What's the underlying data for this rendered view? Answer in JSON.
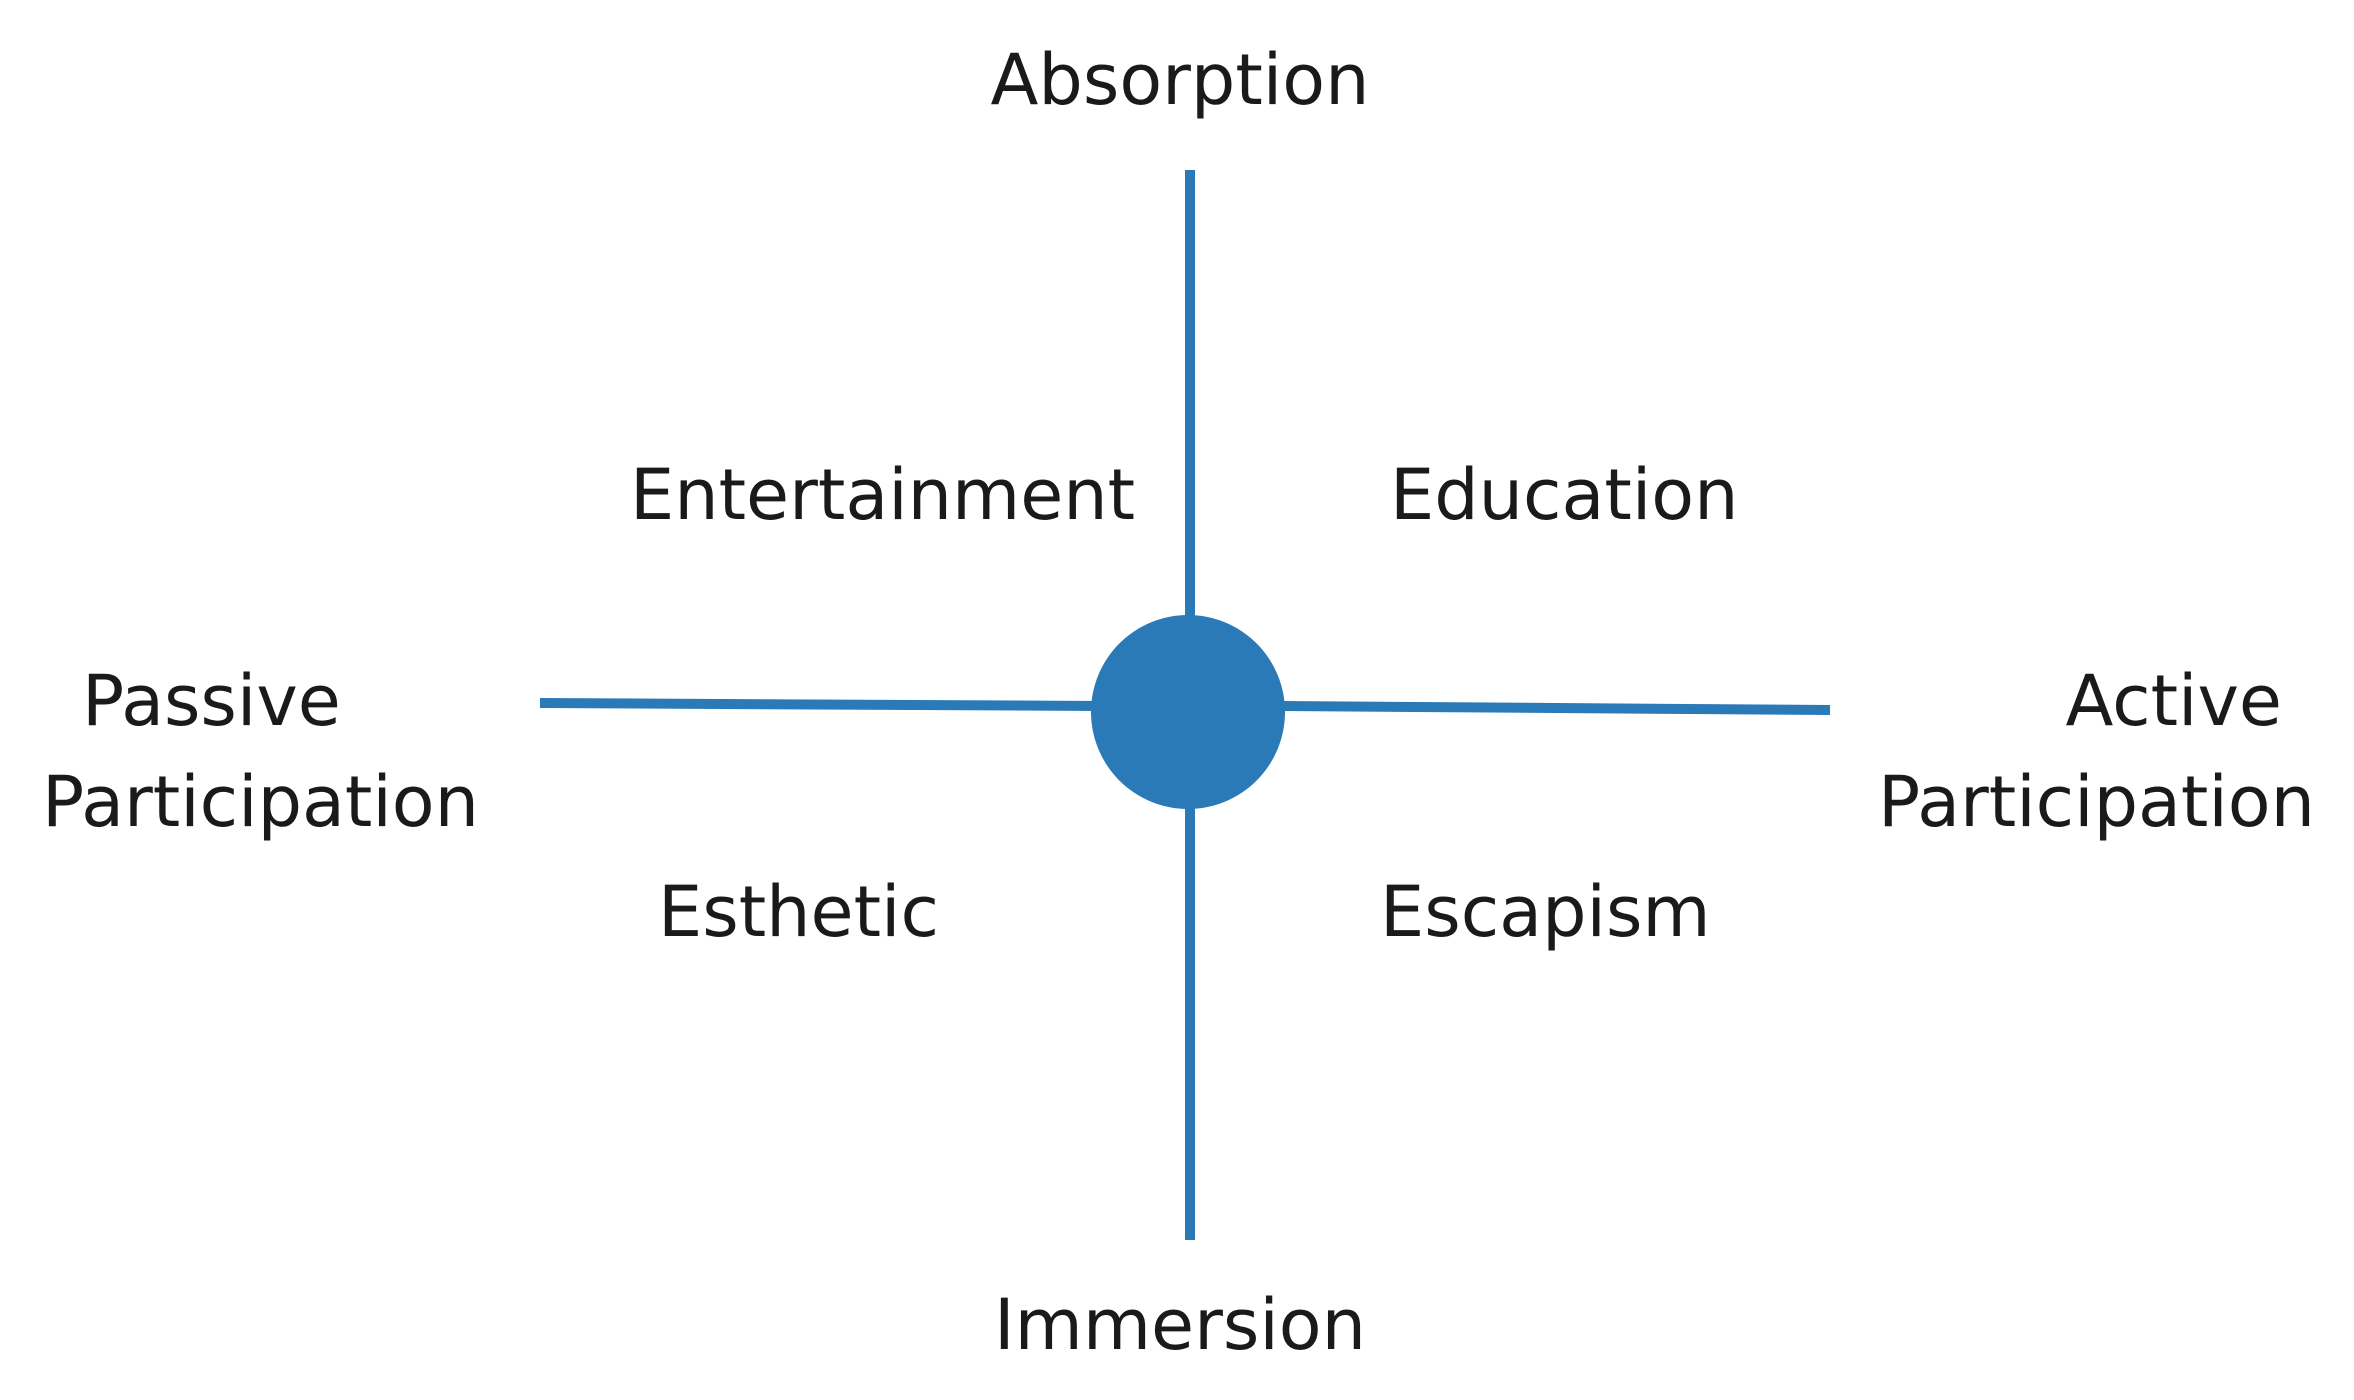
{
  "diagram": {
    "axes": {
      "top": "Absorption",
      "bottom": "Immersion",
      "left_line1": "Passive",
      "left_line2": "Participation",
      "right_line1": "Active",
      "right_line2": "Participation"
    },
    "quadrants": {
      "top_left": "Entertainment",
      "top_right": "Education",
      "bottom_left": "Esthetic",
      "bottom_right": "Escapism"
    },
    "colors": {
      "axis_line": "#2a7ab8",
      "center_dot": "#2a7ab8",
      "text": "#1a1a1a"
    }
  }
}
